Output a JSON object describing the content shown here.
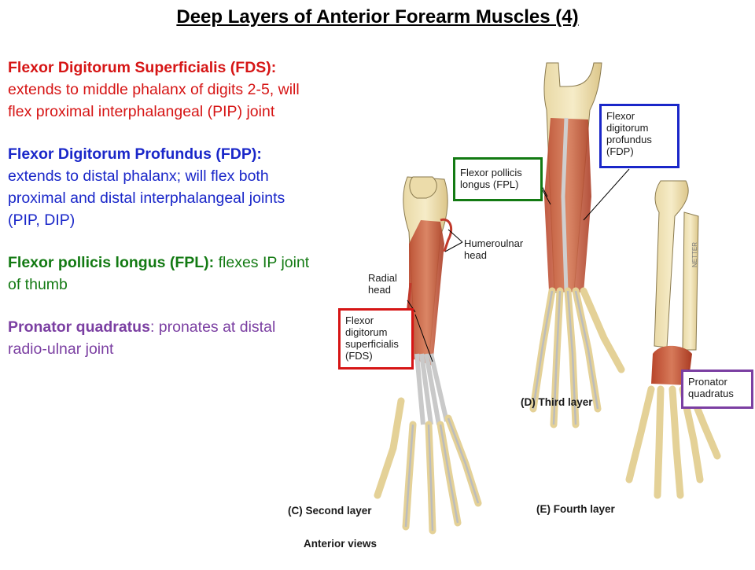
{
  "title": "Deep Layers of Anterior Forearm Muscles (4)",
  "notes": [
    {
      "head": "Flexor Digitorum Superficialis (FDS):",
      "body": " extends to middle phalanx of digits 2-5, will flex proximal interphalangeal (PIP) joint",
      "color": "#d61515"
    },
    {
      "head": "Flexor Digitorum Profundus (FDP):",
      "body": " extends to distal phalanx; will flex both proximal and distal interphalangeal joints (PIP, DIP)",
      "color": "#1a27c9"
    },
    {
      "head": "Flexor pollicis longus (FPL):",
      "body": " flexes IP joint of thumb",
      "color": "#137a13"
    },
    {
      "head": "Pronator quadratus",
      "body": ": pronates at distal radio-ulnar joint",
      "color": "#7b3fa2"
    }
  ],
  "figure": {
    "labels": {
      "humeroulnar_1": "Humeroulnar",
      "humeroulnar_2": "head",
      "radial_1": "Radial",
      "radial_2": "head",
      "fds_box_1": "Flexor",
      "fds_box_2": "digitorum",
      "fds_box_3": "superficialis",
      "fds_box_4": "(FDS)",
      "fpl_box_1": "Flexor pollicis",
      "fpl_box_2": "longus (FPL)",
      "fdp_box_1": "Flexor",
      "fdp_box_2": "digitorum",
      "fdp_box_3": "profundus",
      "fdp_box_4": "(FDP)",
      "pq_box_1": "Pronator",
      "pq_box_2": "quadratus",
      "artist": "NETTER"
    },
    "captions": {
      "second": "(C) Second layer",
      "third": "(D) Third layer",
      "fourth": "(E) Fourth layer",
      "views": "Anterior views"
    },
    "box_colors": {
      "fds": "#d61515",
      "fpl": "#137a13",
      "fdp": "#1a27c9",
      "pq": "#7b3fa2"
    }
  }
}
